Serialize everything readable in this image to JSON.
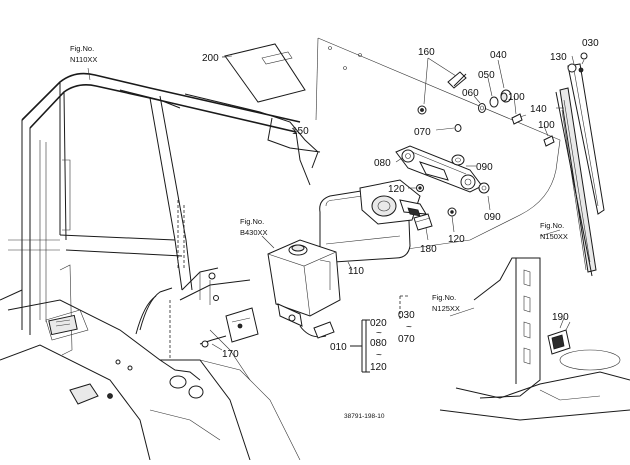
{
  "figure_refs": {
    "n110": {
      "line1": "Fig.No.",
      "line2": "N110XX"
    },
    "b430": {
      "line1": "Fig.No.",
      "line2": "B430XX"
    },
    "n150": {
      "line1": "Fig.No.",
      "line2": "N150XX"
    },
    "n125": {
      "line1": "Fig.No.",
      "line2": "N125XX"
    }
  },
  "parts": {
    "p200": "200",
    "p160": "160",
    "p040": "040",
    "p050": "050",
    "p060": "060",
    "p130": "130",
    "p030": "030",
    "p140": "140",
    "p150": "150",
    "p100a": "100",
    "p100b": "100",
    "p070": "070",
    "p080": "080",
    "p090a": "090",
    "p090b": "090",
    "p120a": "120",
    "p120b": "120",
    "p110": "110",
    "p180": "180",
    "p170": "170",
    "p190": "190"
  },
  "kit": {
    "k010": "010",
    "k020": "020",
    "k080": "080",
    "k120": "120",
    "k030": "030",
    "k070": "070",
    "tilde1": "~",
    "tilde2": "~"
  },
  "diagram_id": "38791-198-10"
}
